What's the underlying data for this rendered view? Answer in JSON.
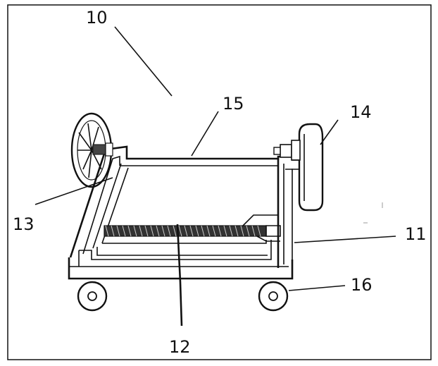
{
  "figure": {
    "labels": {
      "cart": "10",
      "frame_bar": "11",
      "screw_rod": "12",
      "side_wheel": "13",
      "motor_wheel": "14",
      "top_frame": "15",
      "caster": "16"
    }
  },
  "colors": {
    "line": "#111111",
    "background": "#ffffff"
  }
}
